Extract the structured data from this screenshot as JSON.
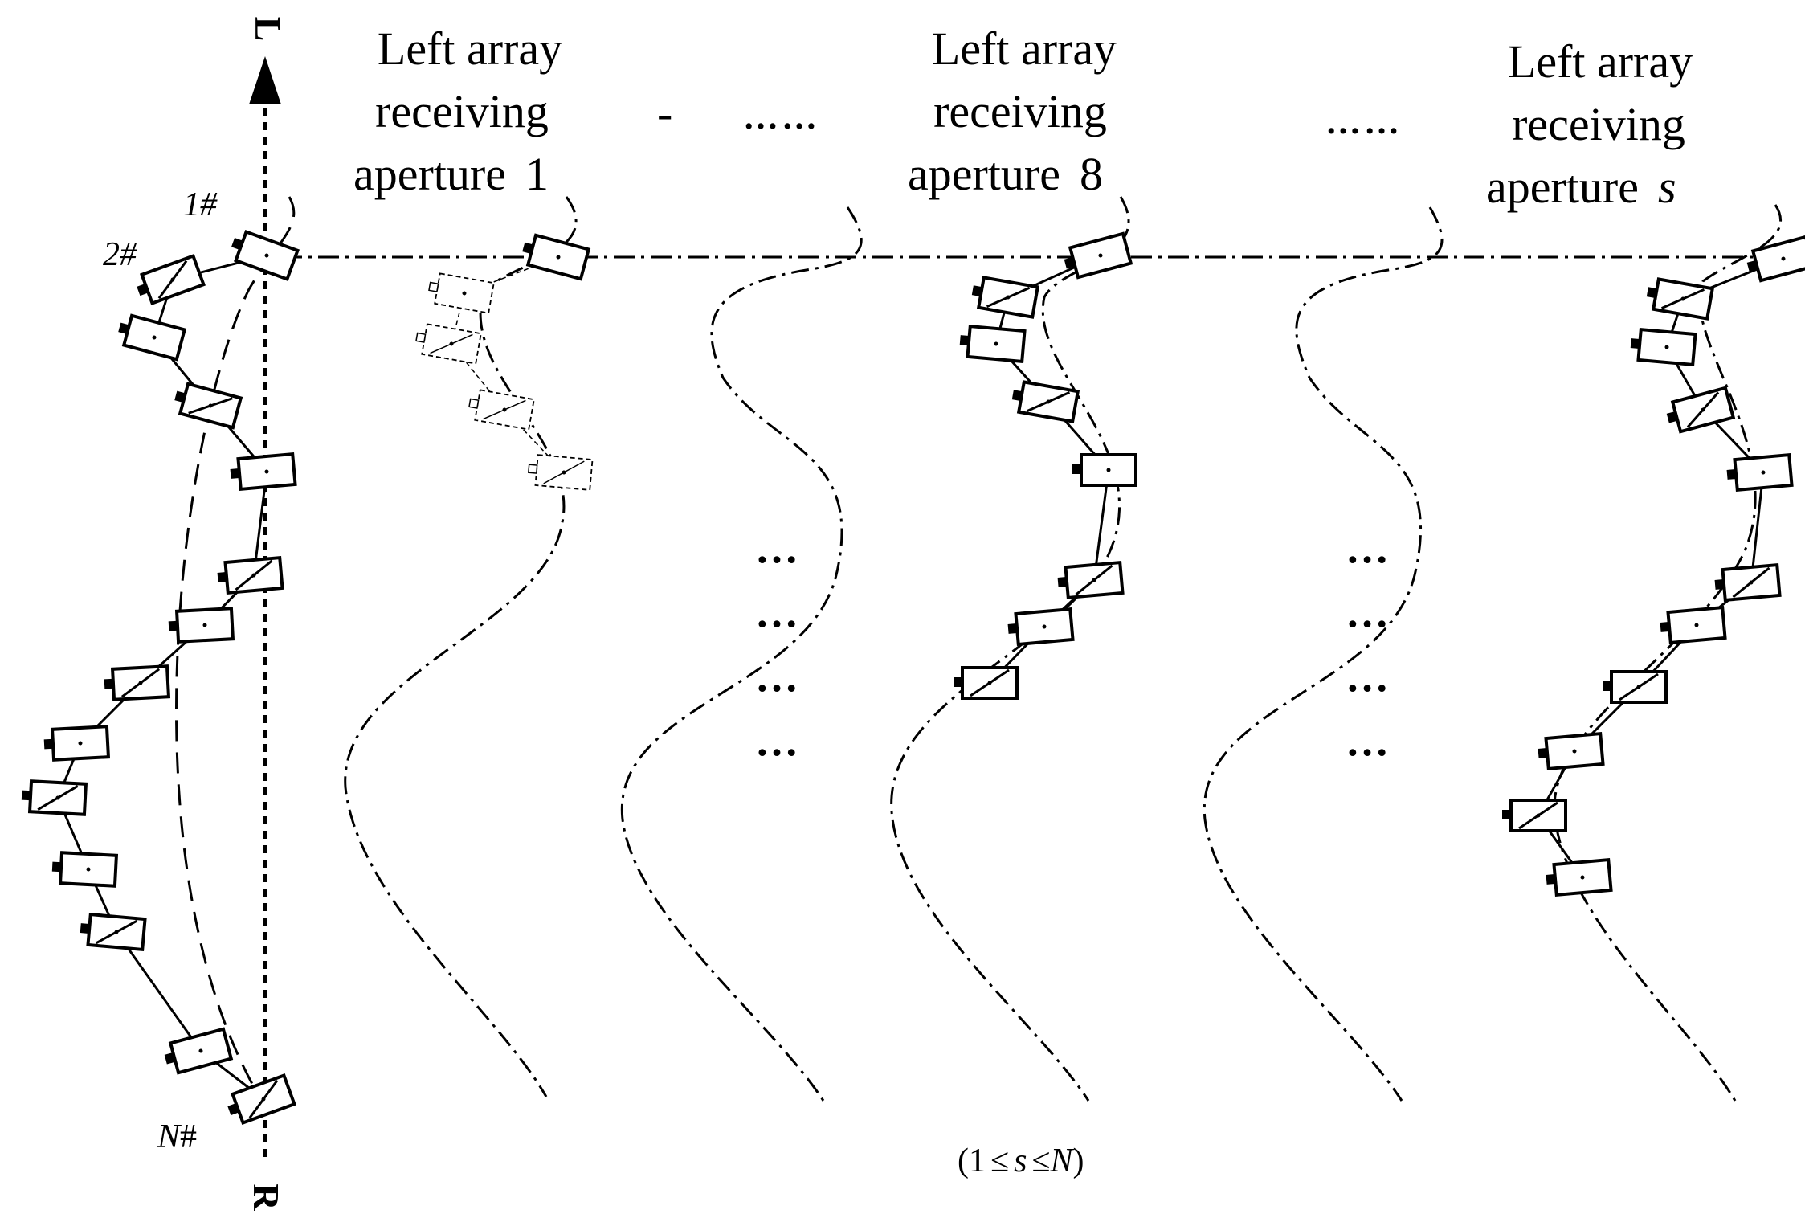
{
  "axis": {
    "top_label": "L",
    "bottom_label": "R"
  },
  "element_labels": {
    "first": "1#",
    "second": "2#",
    "last_prefix": "N",
    "last_suffix": "#"
  },
  "apertures": [
    {
      "line1": "Left array",
      "line2": "receiving",
      "line3_word": "aperture",
      "index": "1"
    },
    {
      "line1": "Left array",
      "line2": "receiving",
      "line3_word": "aperture",
      "index": "8"
    },
    {
      "line1": "Left array",
      "line2": "receiving",
      "line3_word": "aperture",
      "index": "s"
    }
  ],
  "header_separators": {
    "dash": "-",
    "ellipsis_a": "……",
    "ellipsis_b": "……"
  },
  "column_gaps": {
    "gap_a": [
      "…",
      "…",
      "…",
      "…"
    ],
    "gap_b": [
      "…",
      "…",
      "…",
      "…"
    ]
  },
  "constraint": {
    "open": "(1",
    "leq1": "≤",
    "s": "s",
    "leq2": "≤",
    "n": "N",
    "close": ")"
  },
  "colors": {
    "ink": "#000000",
    "background": "#ffffff"
  }
}
